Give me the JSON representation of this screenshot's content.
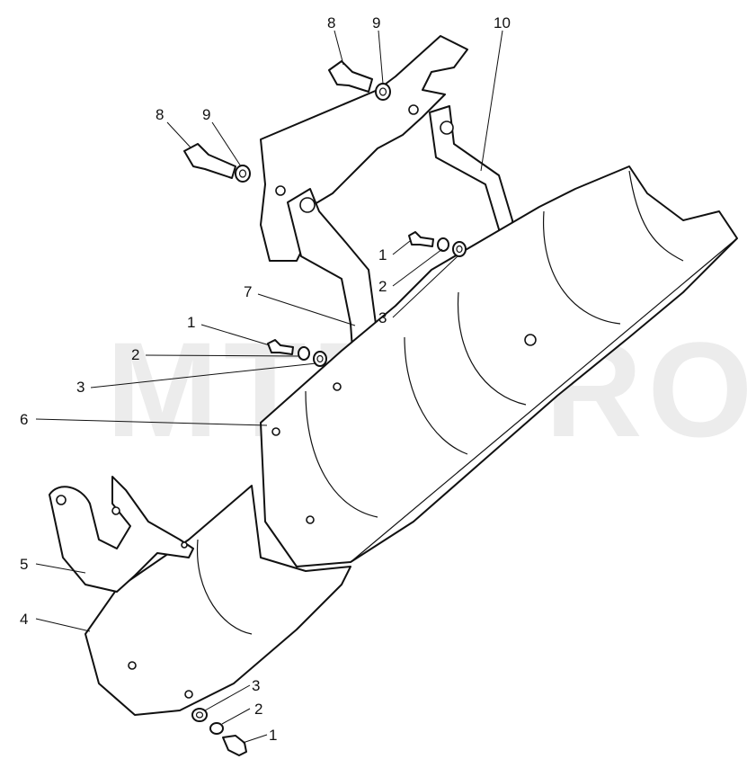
{
  "watermark": "MTZ-PRO",
  "callouts": {
    "c8a": "8",
    "c9a": "9",
    "c10": "10",
    "c8b": "8",
    "c9b": "9",
    "c1a": "1",
    "c2a": "2",
    "c3a": "3",
    "c7": "7",
    "c1b": "1",
    "c2b": "2",
    "c3b": "3",
    "c6": "6",
    "c5": "5",
    "c4": "4",
    "c3c": "3",
    "c2c": "2",
    "c1c": "1"
  },
  "colors": {
    "ink": "#111111",
    "paper": "#ffffff",
    "watermark": "#ececec"
  }
}
